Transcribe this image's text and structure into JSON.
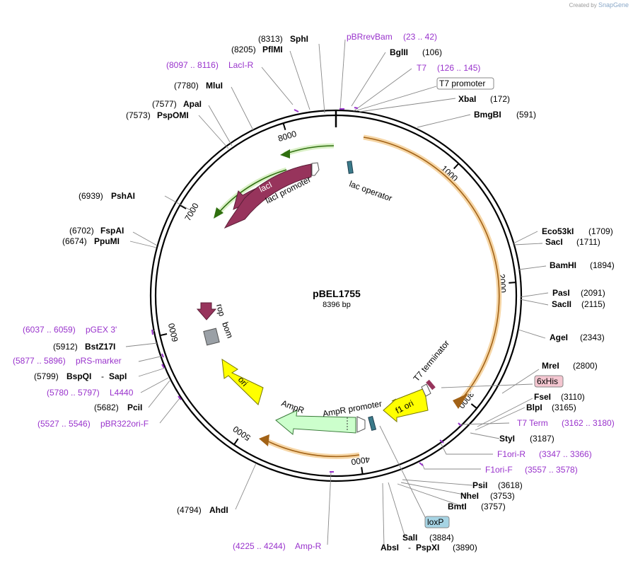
{
  "credit": {
    "text": "Created by",
    "brand": "SnapGene"
  },
  "plasmid": {
    "name": "pBEL1755",
    "length_label": "8396 bp",
    "length": 8396
  },
  "tick_labels": [
    "1000",
    "2000",
    "3000",
    "4000",
    "5000",
    "6000",
    "7000",
    "8000"
  ],
  "sites": [
    {
      "name": "SphI",
      "pos": "(8313)"
    },
    {
      "name": "PflMI",
      "pos": "(8205)"
    },
    {
      "name": "MluI",
      "pos": "(7780)"
    },
    {
      "name": "ApaI",
      "pos": "(7577)"
    },
    {
      "name": "PspOMI",
      "pos": "(7573)"
    },
    {
      "name": "PshAI",
      "pos": "(6939)"
    },
    {
      "name": "FspAI",
      "pos": "(6702)"
    },
    {
      "name": "PpuMI",
      "pos": "(6674)"
    },
    {
      "name": "BstZ17I",
      "pos": "(5912)"
    },
    {
      "name": "BspQI",
      "sep": "-",
      "name2": "SapI",
      "pos": "(5799)"
    },
    {
      "name": "PciI",
      "pos": "(5682)"
    },
    {
      "name": "AhdI",
      "pos": "(4794)"
    },
    {
      "name": "BglII",
      "pos": "(106)"
    },
    {
      "name": "XbaI",
      "pos": "(172)"
    },
    {
      "name": "BmgBI",
      "pos": "(591)"
    },
    {
      "name": "Eco53kI",
      "pos": "(1709)"
    },
    {
      "name": "SacI",
      "pos": "(1711)"
    },
    {
      "name": "BamHI",
      "pos": "(1894)"
    },
    {
      "name": "PasI",
      "pos": "(2091)"
    },
    {
      "name": "SacII",
      "pos": "(2115)"
    },
    {
      "name": "AgeI",
      "pos": "(2343)"
    },
    {
      "name": "MreI",
      "pos": "(2800)"
    },
    {
      "name": "FseI",
      "pos": "(3110)"
    },
    {
      "name": "BlpI",
      "pos": "(3165)"
    },
    {
      "name": "StyI",
      "pos": "(3187)"
    },
    {
      "name": "PsiI",
      "pos": "(3618)"
    },
    {
      "name": "NheI",
      "pos": "(3753)"
    },
    {
      "name": "BmtI",
      "pos": "(3757)"
    },
    {
      "name": "SalI",
      "pos": "(3884)"
    },
    {
      "name": "AbsI",
      "sep": "-",
      "name2": "PspXI",
      "pos": "(3890)"
    }
  ],
  "primers": [
    {
      "name": "pBRrevBam",
      "range": "(23 .. 42)"
    },
    {
      "name": "LacI-R",
      "range": "(8097 .. 8116)"
    },
    {
      "name": "T7",
      "range": "(126 .. 145)"
    },
    {
      "name": "pGEX 3'",
      "range": "(6037 .. 6059)"
    },
    {
      "name": "pRS-marker",
      "range": "(5877 .. 5896)"
    },
    {
      "name": "L4440",
      "range": "(5780 .. 5797)"
    },
    {
      "name": "pBR322ori-F",
      "range": "(5527 .. 5546)"
    },
    {
      "name": "Amp-R",
      "range": "(4225 .. 4244)"
    },
    {
      "name": "T7 Term",
      "range": "(3162 .. 3180)"
    },
    {
      "name": "F1ori-R",
      "range": "(3347 .. 3366)"
    },
    {
      "name": "F1ori-F",
      "range": "(3557 .. 3578)"
    }
  ],
  "boxed_features": [
    {
      "name": "T7 promoter"
    },
    {
      "name": "6xHis"
    },
    {
      "name": "loxP"
    }
  ],
  "features": {
    "lacI": "lacI",
    "lacI_promoter": "lacI promoter",
    "lac_operator": "lac operator",
    "rop": "rop",
    "bom": "bom",
    "ori": "ori",
    "AmpR": "AmpR",
    "AmpR_promoter": "AmpR promoter",
    "f1_ori": "f1 ori",
    "T7_terminator": "T7 terminator"
  },
  "colors": {
    "backbone": "#000000",
    "enzyme": "#000000",
    "primer": "#9933cc",
    "orf_orange": "#e8a33a",
    "orf_green": "#4f9a1f",
    "lacI": "#97345c",
    "ampR": "#ccffcc",
    "ori": "#ffff00",
    "promoter": "#ffffff",
    "operator": "#3a7a8a",
    "bom": "#9aa0a6",
    "his_tag": "#f4c6d0",
    "loxP": "#a6d4e4"
  }
}
